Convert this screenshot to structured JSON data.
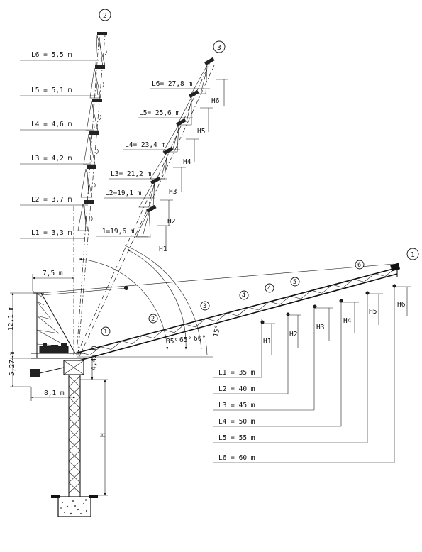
{
  "config_markers": [
    "1",
    "2",
    "3"
  ],
  "hook_markers": [
    "1",
    "2",
    "3",
    "4",
    "5",
    "6"
  ],
  "horizontal": {
    "radii": [
      "L1 = 35 m",
      "L2 = 40 m",
      "L3 = 45 m",
      "L4 = 50 m",
      "L5 = 55 m",
      "L6 = 60 m"
    ],
    "heights": [
      "H1",
      "H2",
      "H3",
      "H4",
      "H5",
      "H6"
    ]
  },
  "luffed_85": {
    "radii": [
      "L1 = 3,3 m",
      "L2 = 3,7 m",
      "L3 = 4,2 m",
      "L4 = 4,6 m",
      "L5 = 5,1 m",
      "L6 = 5,5 m"
    ]
  },
  "luffed_60": {
    "radii": [
      "L1=19,6 m",
      "L2=19,1 m",
      "L3= 21,2 m",
      "L4= 23,4 m",
      "L5= 25,6 m",
      "L6= 27,8 m"
    ],
    "heights": [
      "H1",
      "H2",
      "H3",
      "H4",
      "H5",
      "H6"
    ]
  },
  "angles": [
    "85°",
    "65°",
    "60°",
    "15°"
  ],
  "dimensions": {
    "top_width": "7,5 m",
    "head_height": "12,1 m",
    "counter_height": "5,27 m",
    "jib_foot_height": "4,43 m",
    "counter_width": "8,1 m",
    "tower_height": "H"
  }
}
